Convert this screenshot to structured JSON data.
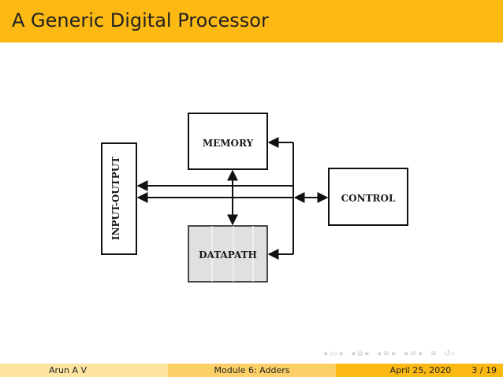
{
  "slide": {
    "title": "A Generic Digital Processor"
  },
  "diagram": {
    "blocks": {
      "memory": "MEMORY",
      "datapath": "DATAPATH",
      "input_output": "INPUT-OUTPUT",
      "control": "CONTROL"
    },
    "datapath_fill": "#e0e0e0"
  },
  "footer": {
    "author": "Arun A V",
    "module": "Module 6: Adders",
    "date": "April 25, 2020",
    "page": "3 / 19"
  },
  "colors": {
    "header": "#fcb913",
    "footer_left": "#fde3a0",
    "footer_mid": "#fdd067",
    "footer_right": "#fcb913"
  },
  "navigation_icons": [
    "first-icon",
    "prev-frame-icon",
    "prev-section-icon",
    "prev-subsection-icon",
    "align-icon",
    "search-icon"
  ]
}
